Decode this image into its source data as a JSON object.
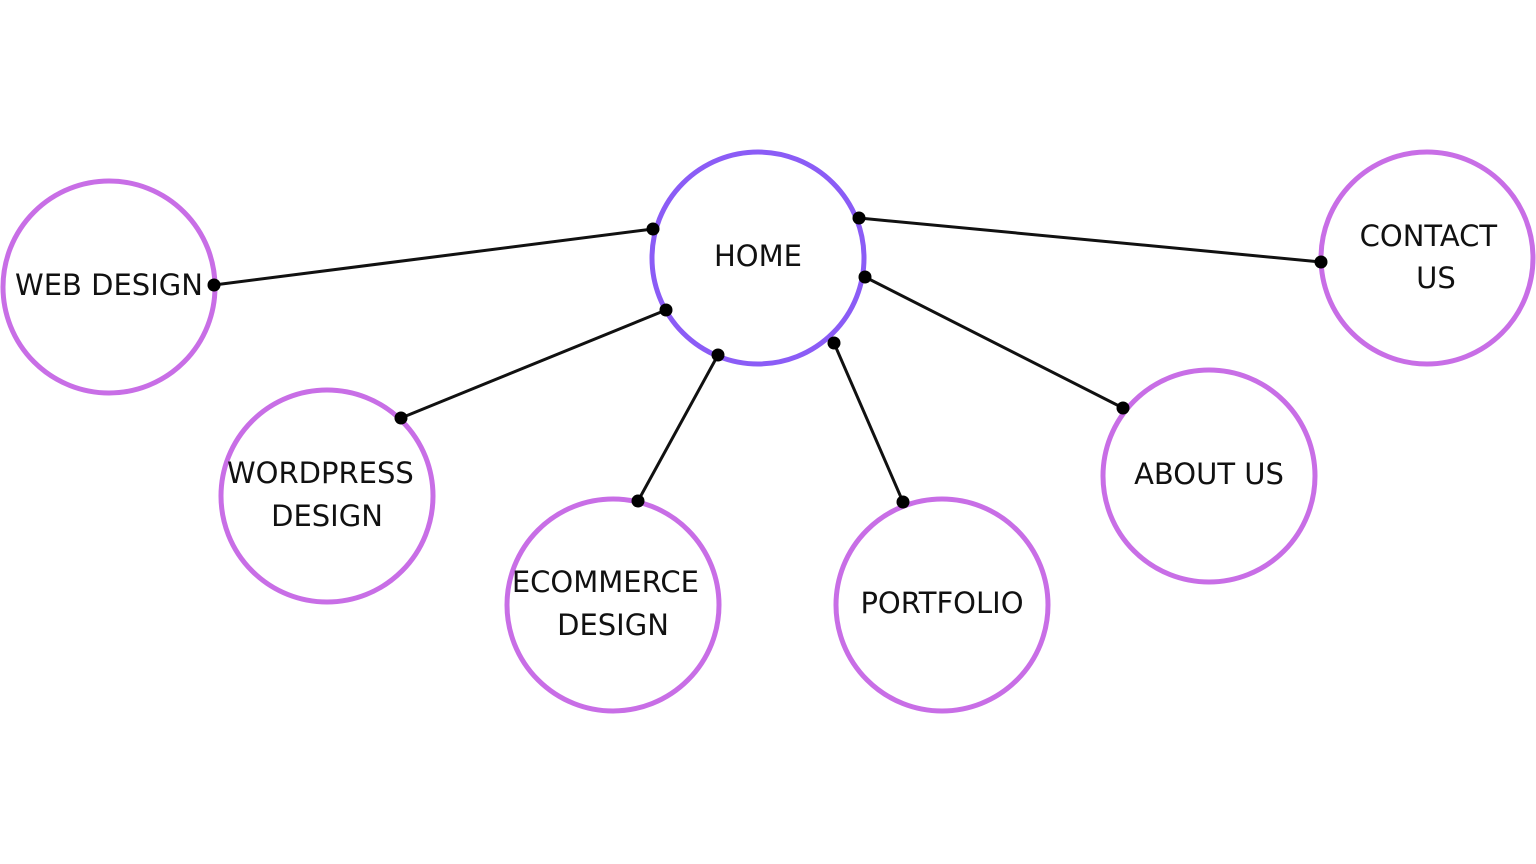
{
  "colors": {
    "hub_stroke": "#8b5cf6",
    "node_stroke": "#c86ee6",
    "connector": "#111111",
    "endpoint": "#000000"
  },
  "nodes": {
    "home": {
      "lines": [
        "HOME"
      ]
    },
    "web_design": {
      "lines": [
        "WEB DESIGN"
      ]
    },
    "wordpress_design": {
      "lines": [
        "WORDPRESS",
        "DESIGN"
      ]
    },
    "ecommerce_design": {
      "lines": [
        "ECOMMERCE",
        "DESIGN"
      ]
    },
    "portfolio": {
      "lines": [
        "PORTFOLIO"
      ]
    },
    "about_us": {
      "lines": [
        "ABOUT US"
      ]
    },
    "contact_us": {
      "lines": [
        "CONTACT",
        "US"
      ]
    }
  },
  "edges": [
    {
      "from": "home",
      "to": "web_design"
    },
    {
      "from": "home",
      "to": "wordpress_design"
    },
    {
      "from": "home",
      "to": "ecommerce_design"
    },
    {
      "from": "home",
      "to": "portfolio"
    },
    {
      "from": "home",
      "to": "about_us"
    },
    {
      "from": "home",
      "to": "contact_us"
    }
  ]
}
